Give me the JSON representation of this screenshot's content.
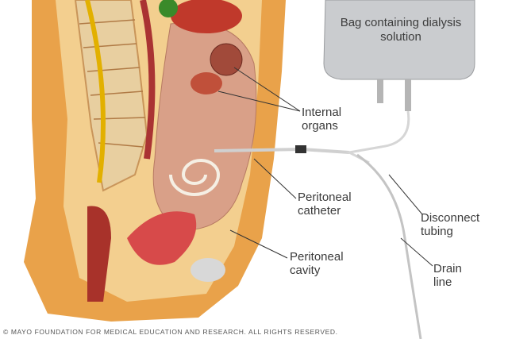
{
  "labels": {
    "bag": "Bag containing dialysis solution",
    "internal_organs": "Internal organs",
    "peritoneal_catheter": "Peritoneal catheter",
    "disconnect_tubing": "Disconnect tubing",
    "peritoneal_cavity": "Peritoneal cavity",
    "drain_line": "Drain line"
  },
  "copyright": "© MAYO FOUNDATION FOR MEDICAL EDUCATION AND RESEARCH. ALL RIGHTS RESERVED.",
  "colors": {
    "skin": "#e9a24a",
    "tissue": "#f1c98a",
    "organs": "#d9a088",
    "spine": "#e8cfa0",
    "bag": "#c9cbcd",
    "text": "#3a3a3a"
  }
}
